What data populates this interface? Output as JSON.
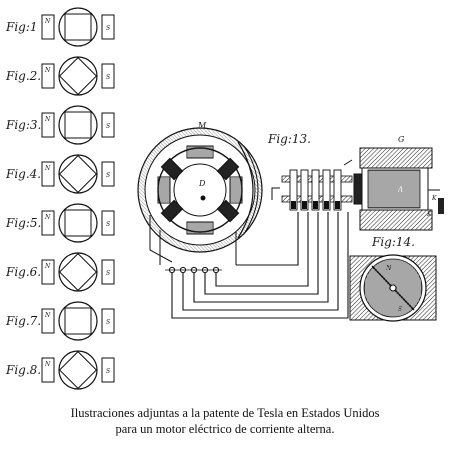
{
  "figures": {
    "side_figs": [
      {
        "label": "Fig:1",
        "n": "N",
        "s": "S",
        "rotated": false
      },
      {
        "label": "Fig.2.",
        "n": "N",
        "s": "S",
        "rotated": true
      },
      {
        "label": "Fig:3.",
        "n": "N",
        "s": "S",
        "rotated": false
      },
      {
        "label": "Fig.4.",
        "n": "N",
        "s": "S",
        "rotated": true
      },
      {
        "label": "Fig:5.",
        "n": "N",
        "s": "S",
        "rotated": false
      },
      {
        "label": "Fig.6.",
        "n": "N",
        "s": "S",
        "rotated": true
      },
      {
        "label": "Fig.7.",
        "n": "N",
        "s": "S",
        "rotated": false
      },
      {
        "label": "Fig.8.",
        "n": "N",
        "s": "S",
        "rotated": true
      }
    ],
    "fig13_label": "Fig:13.",
    "fig14_label": "Fig:14.",
    "motor_letter": "M",
    "rotor_letter": "D",
    "generator_letter": "G",
    "armature_letter": "A",
    "terminal_letters": [
      "K",
      "K'"
    ],
    "fig14_letters": {
      "n": "N",
      "s": "S"
    }
  },
  "caption": {
    "line1": "Ilustraciones adjuntas a la patente de Tesla en Estados Unidos",
    "line2": "para un motor eléctrico de corriente alterna."
  }
}
